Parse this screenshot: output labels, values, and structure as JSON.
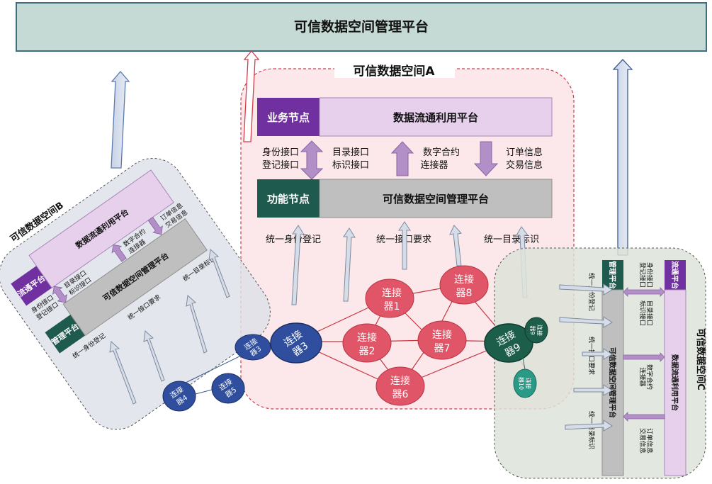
{
  "top_bar": {
    "title": "可信数据空间管理平台"
  },
  "space_a": {
    "title": "可信数据空间A",
    "business_label": "业务节点",
    "business_platform": "数据流通利用平台",
    "function_label": "功能节点",
    "function_platform": "可信数据空间管理平台",
    "iface_left": [
      "身份接口",
      "登记接口"
    ],
    "iface_mid": [
      "目录接口",
      "标识接口"
    ],
    "iface_contract": [
      "数字合约",
      "连接器"
    ],
    "iface_order": [
      "订单信息",
      "交易信息"
    ],
    "unify_identity": "统一身份登记",
    "unify_interface": "统一接口要求",
    "unify_catalog": "统一目录标识"
  },
  "space_b": {
    "title": "可信数据空间B",
    "flow_label": "流通平台",
    "flow_platform": "数据流通利用平台",
    "mgmt_label": "管理平台",
    "mgmt_platform": "可信数据空间管理平台",
    "iface_left": [
      "身份接口",
      "登记接口"
    ],
    "iface_mid": [
      "目录接口",
      "标识接口"
    ],
    "iface_contract": [
      "数字合约",
      "连接器"
    ],
    "iface_order": [
      "订单信息",
      "交易信息"
    ],
    "unify_identity": "统一身份登记",
    "unify_interface": "统一接口要求",
    "unify_catalog": "统一目录标识"
  },
  "space_c": {
    "title": "可信数据空间C",
    "flow_label": "流通平台",
    "flow_platform": "数据流通利用平台",
    "mgmt_label": "管理平台",
    "mgmt_platform": "可信数据空间管理平台",
    "iface_left": [
      "身份接口",
      "登记接口"
    ],
    "iface_mid": [
      "目录接口",
      "标识接口"
    ],
    "iface_contract": [
      "数字合约",
      "连接器"
    ],
    "iface_order": [
      "订单信息",
      "交易信息"
    ],
    "unify_identity": "统一身份登记",
    "unify_interface": "统一接口要求",
    "unify_catalog": "统一目录标识"
  },
  "connectors": {
    "c1": [
      "连接",
      "器1"
    ],
    "c2": [
      "连接",
      "器2"
    ],
    "c3": [
      "连接",
      "器3"
    ],
    "c3b": [
      "连接",
      "器3"
    ],
    "c4": [
      "连接",
      "器4"
    ],
    "c5": [
      "连接",
      "器5"
    ],
    "c6": [
      "连接",
      "器6"
    ],
    "c7": [
      "连接",
      "器7"
    ],
    "c8": [
      "连接",
      "器8"
    ],
    "c9": [
      "连接",
      "器9"
    ],
    "c9b": [
      "连接",
      "器9"
    ],
    "c10": [
      "连接",
      "器10"
    ]
  },
  "colors": {
    "top_bar_fill": "#c5dad4",
    "purple_dark": "#7030a0",
    "purple_light": "#e6d0ec",
    "teal_dark": "#1e5a4e",
    "gray_platform": "#bfbfbf",
    "connector_red": "#e05567",
    "connector_blue": "#2f4f9e",
    "connector_green": "#1d5e4a",
    "space_a_bg": "#fbe4e6",
    "space_bc_bg": "#dde1e8"
  }
}
